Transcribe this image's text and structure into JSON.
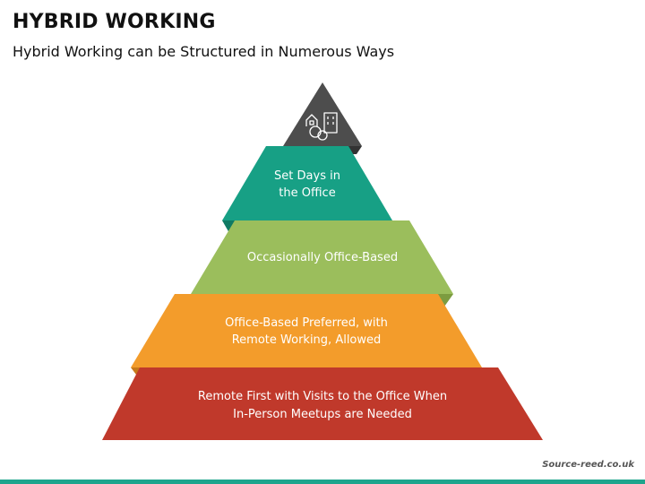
{
  "header": {
    "title": "HYBRID WORKING",
    "subtitle": "Hybrid Working can be Structured in Numerous Ways"
  },
  "pyramid": {
    "apex": {
      "icon": "office-buildings-icon",
      "color": "#4d4d4d",
      "shadow": "#333333"
    },
    "tiers": [
      {
        "lines": [
          "Set Days in",
          "the Office"
        ],
        "color": "#17a085",
        "shadow": "#0f7a64"
      },
      {
        "lines": [
          "Occasionally Office-Based"
        ],
        "color": "#9bbe5c",
        "shadow": "#7c9c40"
      },
      {
        "lines": [
          "Office-Based Preferred, with",
          "Remote Working, Allowed"
        ],
        "color": "#f39c2b",
        "shadow": "#c8791a"
      },
      {
        "lines": [
          "Remote First with Visits to the Office When",
          "In-Person Meetups are Needed"
        ],
        "color": "#c0392b",
        "shadow": "#8e2a20"
      }
    ]
  },
  "footer": {
    "source": "Source-reed.co.uk",
    "accent_color": "#1ea58d"
  }
}
